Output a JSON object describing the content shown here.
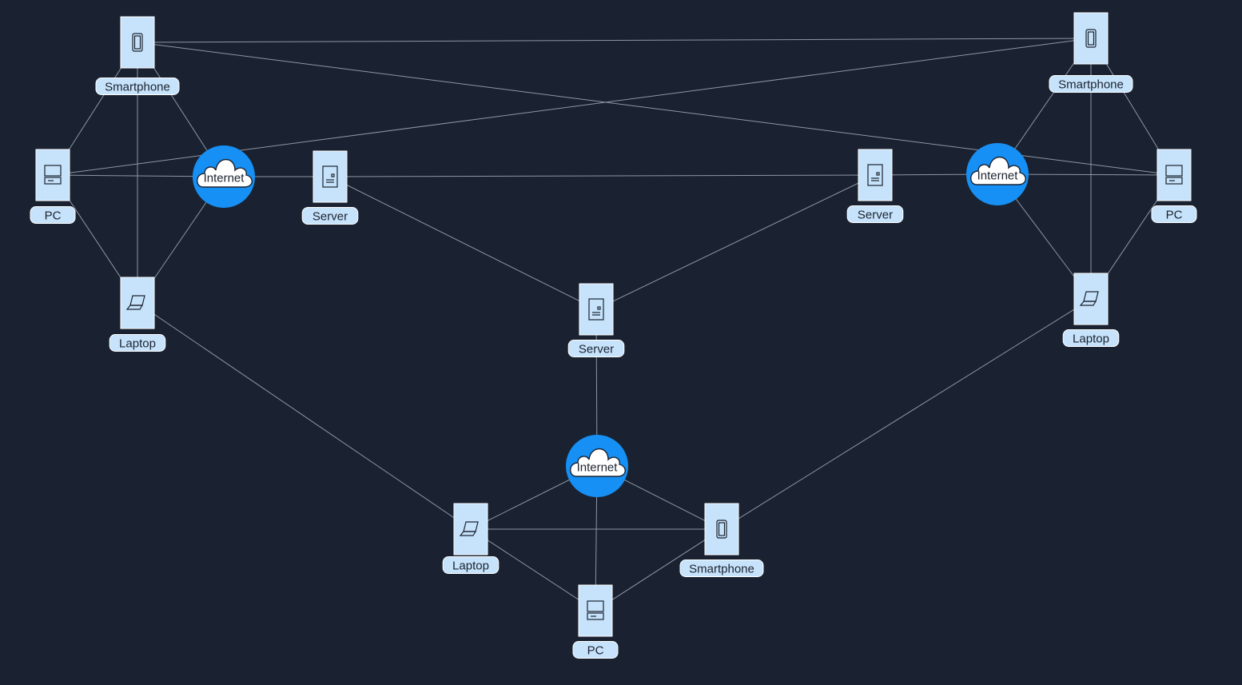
{
  "colors": {
    "background": "#1a2231",
    "device_fill": "#c6e3fb",
    "internet_fill": "#1690f5",
    "edge": "#8d96a3"
  },
  "nodes": [
    {
      "id": "sp-top-left",
      "kind": "smartphone",
      "label": "Smartphone"
    },
    {
      "id": "pc-left",
      "kind": "pc",
      "label": "PC"
    },
    {
      "id": "inet-left",
      "kind": "internet",
      "label": "Internet"
    },
    {
      "id": "server-left",
      "kind": "server",
      "label": "Server"
    },
    {
      "id": "laptop-left",
      "kind": "laptop",
      "label": "Laptop"
    },
    {
      "id": "sp-top-right",
      "kind": "smartphone",
      "label": "Smartphone"
    },
    {
      "id": "pc-right",
      "kind": "pc",
      "label": "PC"
    },
    {
      "id": "inet-right",
      "kind": "internet",
      "label": "Internet"
    },
    {
      "id": "server-right",
      "kind": "server",
      "label": "Server"
    },
    {
      "id": "laptop-right",
      "kind": "laptop",
      "label": "Laptop"
    },
    {
      "id": "server-center",
      "kind": "server",
      "label": "Server"
    },
    {
      "id": "inet-bottom",
      "kind": "internet",
      "label": "Internet"
    },
    {
      "id": "laptop-bottom",
      "kind": "laptop",
      "label": "Laptop"
    },
    {
      "id": "sp-bottom",
      "kind": "smartphone",
      "label": "Smartphone"
    },
    {
      "id": "pc-bottom",
      "kind": "pc",
      "label": "PC"
    }
  ],
  "edges": [
    [
      "sp-top-left",
      "sp-top-right"
    ],
    [
      "sp-top-left",
      "pc-right"
    ],
    [
      "sp-top-right",
      "pc-left"
    ],
    [
      "sp-top-left",
      "pc-left"
    ],
    [
      "sp-top-left",
      "inet-left"
    ],
    [
      "sp-top-left",
      "laptop-left"
    ],
    [
      "pc-left",
      "inet-left"
    ],
    [
      "pc-left",
      "laptop-left"
    ],
    [
      "inet-left",
      "laptop-left"
    ],
    [
      "inet-left",
      "server-left"
    ],
    [
      "server-left",
      "server-right"
    ],
    [
      "server-right",
      "inet-right"
    ],
    [
      "inet-right",
      "pc-right"
    ],
    [
      "sp-top-right",
      "inet-right"
    ],
    [
      "sp-top-right",
      "pc-right"
    ],
    [
      "sp-top-right",
      "laptop-right"
    ],
    [
      "inet-right",
      "laptop-right"
    ],
    [
      "pc-right",
      "laptop-right"
    ],
    [
      "server-left",
      "server-center"
    ],
    [
      "server-right",
      "server-center"
    ],
    [
      "server-center",
      "inet-bottom"
    ],
    [
      "inet-bottom",
      "laptop-bottom"
    ],
    [
      "inet-bottom",
      "sp-bottom"
    ],
    [
      "inet-bottom",
      "pc-bottom"
    ],
    [
      "laptop-bottom",
      "sp-bottom"
    ],
    [
      "laptop-bottom",
      "pc-bottom"
    ],
    [
      "sp-bottom",
      "pc-bottom"
    ],
    [
      "laptop-left",
      "laptop-bottom"
    ],
    [
      "laptop-right",
      "sp-bottom"
    ]
  ]
}
